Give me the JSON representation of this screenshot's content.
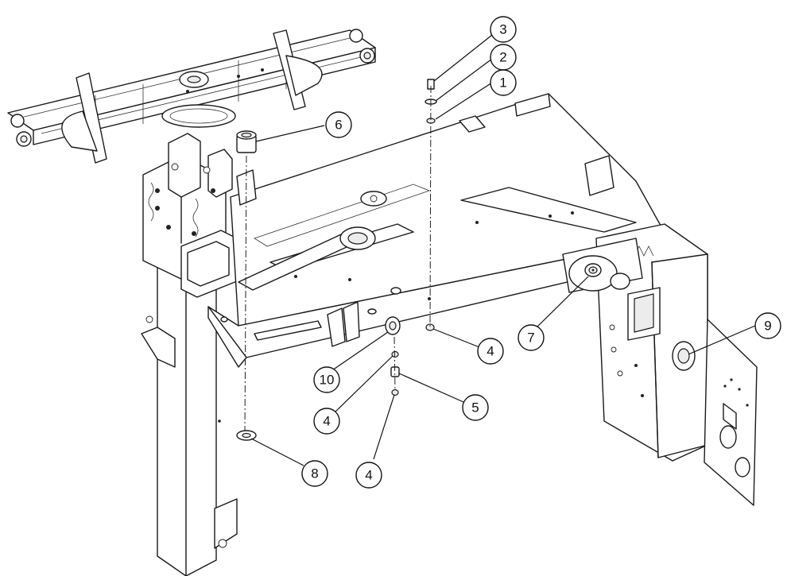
{
  "colors": {
    "line": "#1a1a1a",
    "background": "#ffffff",
    "shade": "#ececec"
  },
  "callouts": [
    {
      "id": "c3",
      "label": "3"
    },
    {
      "id": "c2",
      "label": "2"
    },
    {
      "id": "c1",
      "label": "1"
    },
    {
      "id": "c6",
      "label": "6"
    },
    {
      "id": "c4a",
      "label": "4"
    },
    {
      "id": "c7",
      "label": "7"
    },
    {
      "id": "c9",
      "label": "9"
    },
    {
      "id": "c10",
      "label": "10"
    },
    {
      "id": "c5",
      "label": "5"
    },
    {
      "id": "c4b",
      "label": "4"
    },
    {
      "id": "c8",
      "label": "8"
    },
    {
      "id": "c4c",
      "label": "4"
    }
  ]
}
